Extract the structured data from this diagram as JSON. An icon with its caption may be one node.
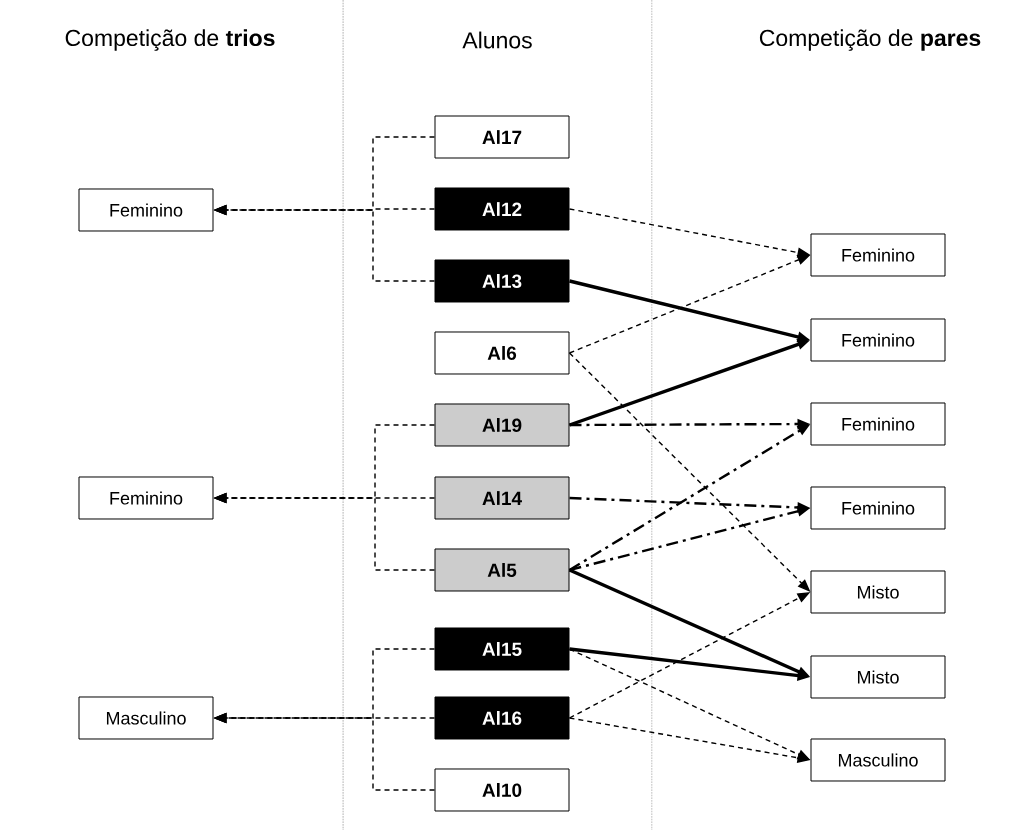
{
  "diagram": {
    "nodes": [
      {
        "text": [
          "Feminino"
        ]
      },
      {
        "text": [
          "Alunos"
        ]
      },
      {
        "text": [
          "Al17"
        ],
        "in": 1
      },
      {
        "text": [
          "Al12"
        ],
        "in": 1
      },
      {
        "text": [
          "Al13"
        ],
        "in": 1
      },
      {
        "text": [
          "Al6"
        ],
        "in": 1
      },
      {
        "text": [
          "Al19"
        ],
        "in": 1
      },
      {
        "text": [
          "Al14"
        ],
        "in": 1
      },
      {
        "text": [
          "Al5"
        ],
        "in": 1
      },
      {
        "text": [
          "Al15"
        ],
        "in": 1
      },
      {
        "text": [
          "Al16"
        ],
        "in": 1
      },
      {
        "text": [
          "Al10"
        ],
        "in": 1
      },
      {
        "text": [
          "Feminino"
        ]
      },
      {
        "text": [
          "Masculino"
        ]
      },
      {
        "text": [
          "Feminino"
        ]
      },
      {
        "text": [
          "Feminino"
        ]
      },
      {
        "text": [
          "Feminino"
        ]
      },
      {
        "text": [
          "Feminino"
        ]
      },
      {
        "text": [
          "Misto"
        ]
      },
      {
        "text": [
          "Misto"
        ]
      },
      {
        "text": [
          "Masculino"
        ]
      }
    ],
    "edges": [
      {
        "from": 2,
        "to": 0,
        "arrow": "to",
        "style": "dashed"
      },
      {
        "from": 3,
        "to": 0,
        "arrow": "to",
        "style": "dashed"
      },
      {
        "from": 4,
        "to": 0,
        "arrow": "to",
        "style": "dashed"
      },
      {
        "from": 6,
        "to": 12,
        "arrow": "to",
        "style": "dashed"
      },
      {
        "from": 7,
        "to": 12,
        "arrow": "to",
        "style": "dashed"
      },
      {
        "from": 8,
        "to": 12,
        "arrow": "to",
        "style": "dashed"
      },
      {
        "from": 9,
        "to": 13,
        "arrow": "to",
        "style": "dashed"
      },
      {
        "from": 10,
        "to": 13,
        "arrow": "to",
        "style": "dashed"
      },
      {
        "from": 11,
        "to": 13,
        "arrow": "to",
        "style": "dashed"
      },
      {
        "from": 3,
        "to": 14,
        "arrow": "to",
        "style": "dashed"
      },
      {
        "from": 5,
        "to": 14,
        "arrow": "to",
        "style": "dashed"
      },
      {
        "from": 4,
        "to": 15,
        "arrow": "to",
        "style": "thick"
      },
      {
        "from": 6,
        "to": 15,
        "arrow": "to",
        "style": "thick"
      },
      {
        "from": 6,
        "to": 16,
        "arrow": "to",
        "style": "dashed"
      },
      {
        "from": 8,
        "to": 16,
        "arrow": "to",
        "style": "dashed"
      },
      {
        "from": 7,
        "to": 17,
        "arrow": "to",
        "style": "dashed"
      },
      {
        "from": 8,
        "to": 17,
        "arrow": "to",
        "style": "dashed"
      },
      {
        "from": 5,
        "to": 18,
        "arrow": "to",
        "style": "dashed"
      },
      {
        "from": 10,
        "to": 18,
        "arrow": "to",
        "style": "dashed"
      },
      {
        "from": 8,
        "to": 19,
        "arrow": "to",
        "style": "thick"
      },
      {
        "from": 9,
        "to": 19,
        "arrow": "to",
        "style": "thick"
      },
      {
        "from": 9,
        "to": 20,
        "arrow": "to",
        "style": "dashed"
      },
      {
        "from": 10,
        "to": 20,
        "arrow": "to",
        "style": "dashed"
      }
    ],
    "labels": [
      "Competição de **trios**",
      "Competição de **pares**"
    ]
  }
}
